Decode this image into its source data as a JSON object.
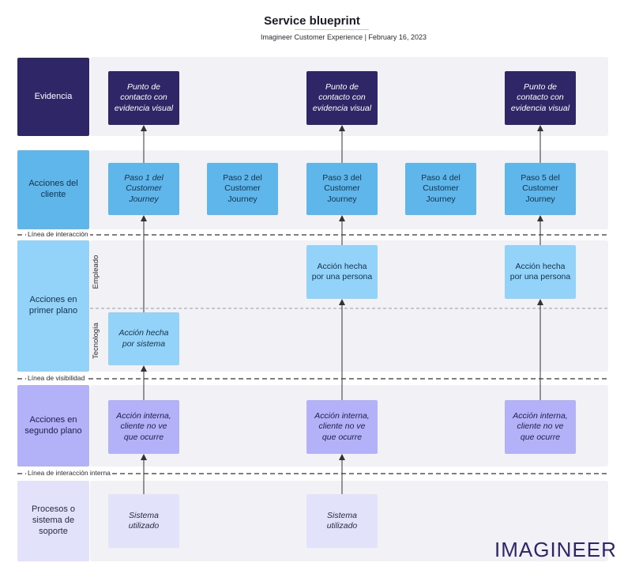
{
  "header": {
    "title": "Service blueprint",
    "subtitle": "Imagineer Customer Experience  |  February 16, 2023"
  },
  "lanes": {
    "evidence": "Evidencia",
    "customer": "Acciones del cliente",
    "frontstage": "Acciones en primer plano",
    "backstage": "Acciones en segundo plano",
    "support": "Procesos o sistema de soporte"
  },
  "sublanes": {
    "employee": "Empleado",
    "technology": "Tecnología"
  },
  "separators": {
    "interaction": "Línea de  interacción",
    "visibility": "Línea de visibilidad",
    "internal": "Línea de interacción interna"
  },
  "cards": {
    "evidence": "Punto de contacto con evidencia visual",
    "step1": "Paso 1 del Customer Journey",
    "step2": "Paso 2 del Customer Journey",
    "step3": "Paso 3 del Customer Journey",
    "step4": "Paso 4 del Customer Journey",
    "step5": "Paso 5 del Customer Journey",
    "employee_action": "Acción hecha por una persona",
    "system_action": "Acción hecha por sistema",
    "internal_action": "Acción interna, cliente no ve que ocurre",
    "system_used": "Sistema utilizado"
  },
  "logo": {
    "text": "IMAGINEER"
  },
  "colors": {
    "evidence": "#2e2666",
    "customer": "#5eb6ea",
    "frontstage": "#93d3fa",
    "backstage": "#b3b2f8",
    "support": "#e3e2fb",
    "band": "#f2f2f6"
  }
}
